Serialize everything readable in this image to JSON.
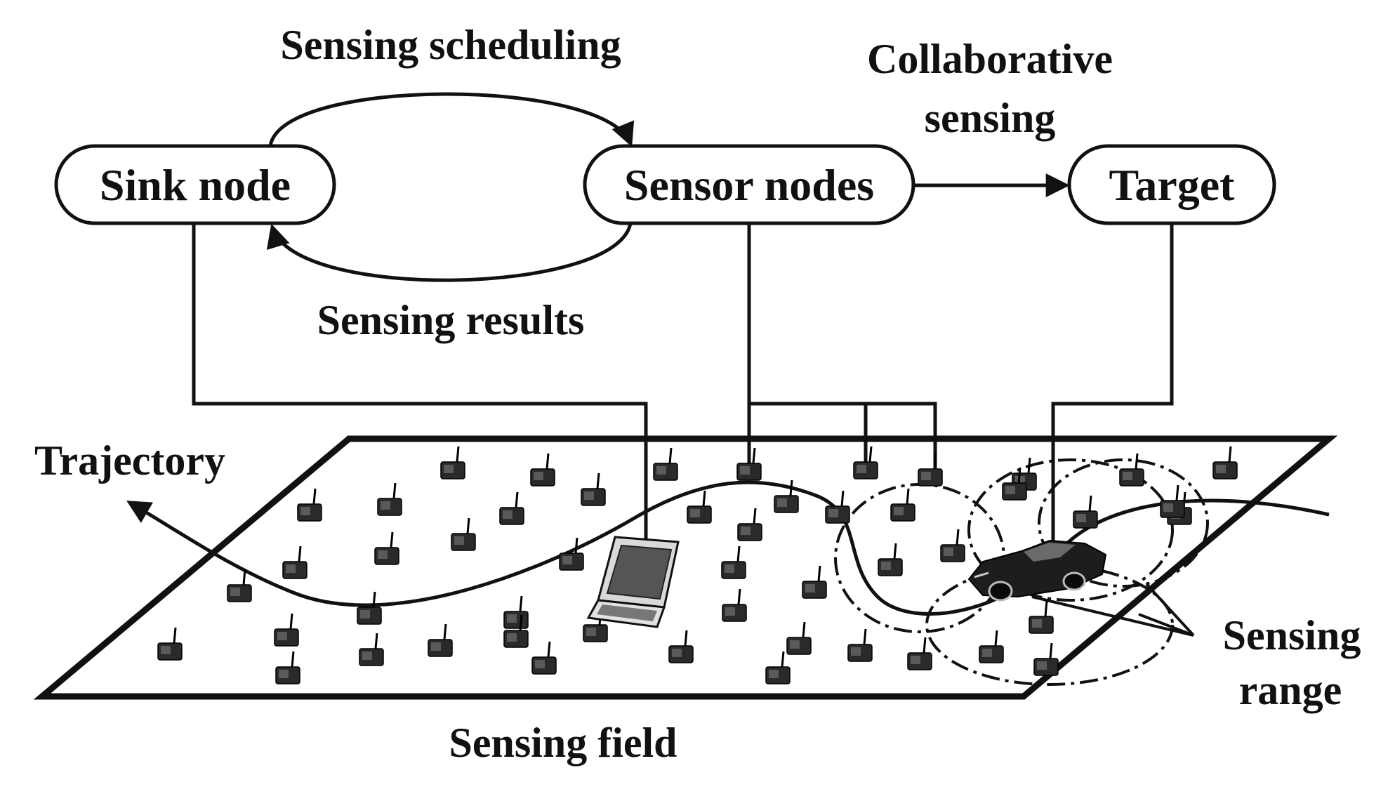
{
  "nodes": {
    "sink": "Sink node",
    "sensors": "Sensor nodes",
    "target": "Target"
  },
  "edges": {
    "scheduling": "Sensing scheduling",
    "results": "Sensing results",
    "collab_line1": "Collaborative",
    "collab_line2": "sensing"
  },
  "field": {
    "trajectory": "Trajectory",
    "caption": "Sensing field",
    "range_line1": "Sensing",
    "range_line2": "range"
  },
  "colors": {
    "ink": "#111111",
    "device": "#2a2a2a",
    "background": "#ffffff"
  },
  "icons": {
    "sensor": "sensor-node-icon",
    "laptop": "laptop-icon",
    "car": "car-icon"
  }
}
